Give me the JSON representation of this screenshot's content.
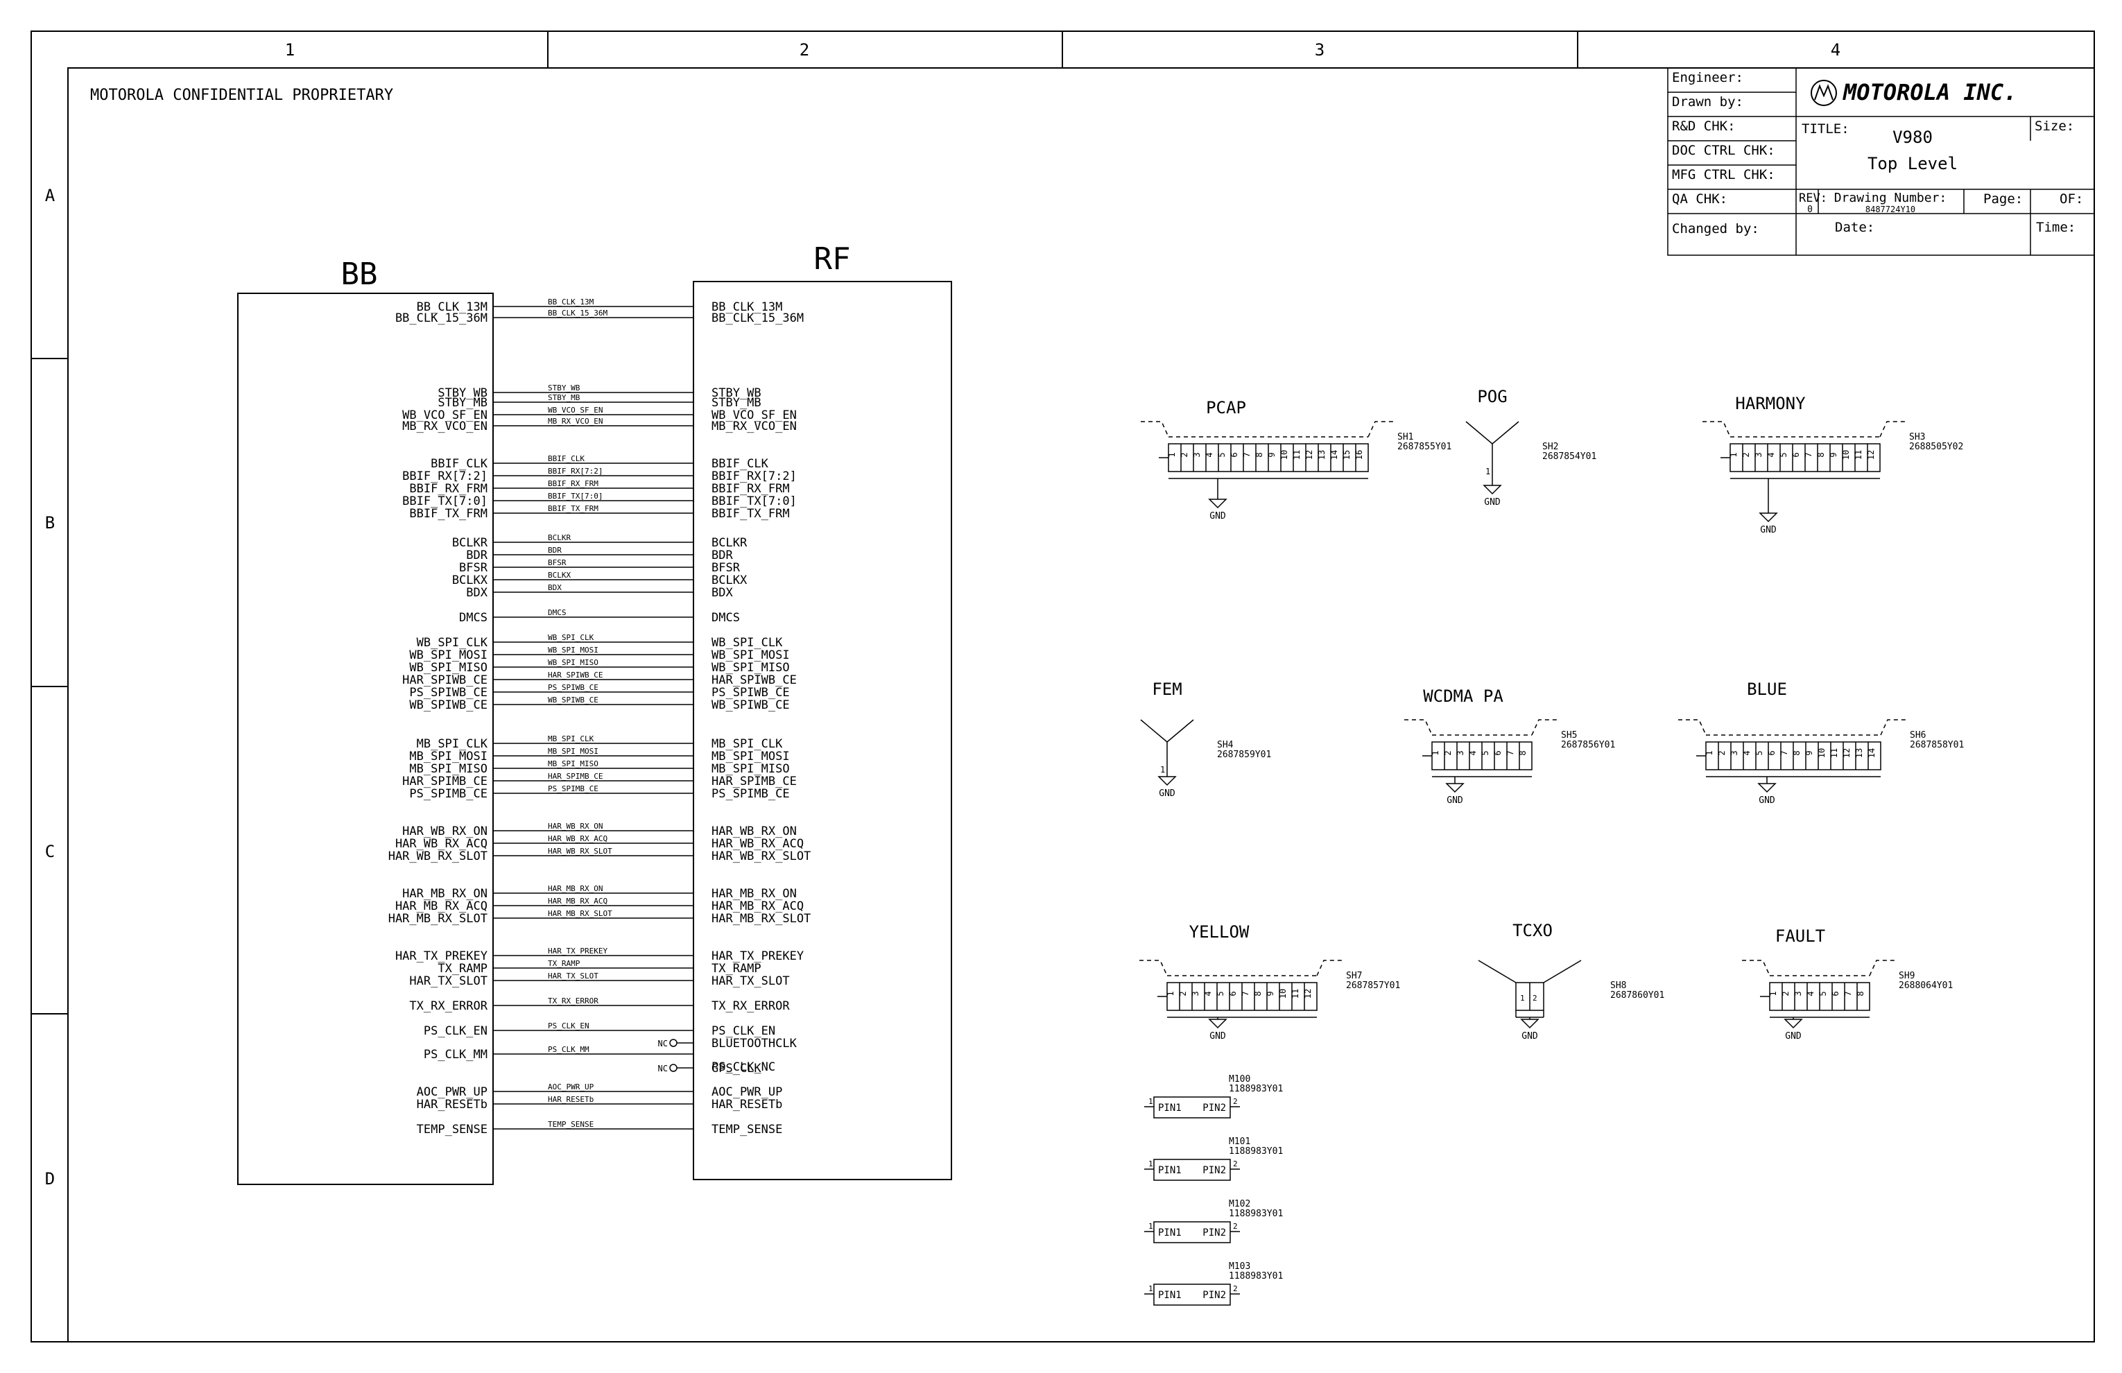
{
  "sheet": {
    "columns": [
      "1",
      "2",
      "3",
      "4"
    ],
    "rows": [
      "A",
      "B",
      "C",
      "D"
    ],
    "confidential": "MOTOROLA CONFIDENTIAL PROPRIETARY"
  },
  "title_block": {
    "logo_text": "MOTOROLA INC.",
    "left_labels": [
      "Engineer:",
      "Drawn by:",
      "R&D CHK:",
      "DOC CTRL CHK:",
      "MFG CTRL CHK:",
      "QA CHK:",
      "Changed by:"
    ],
    "title_label": "TITLE:",
    "title_line1": "V980",
    "title_line2": "Top Level",
    "size_label": "Size:",
    "rev_label": "REV:",
    "rev_value": "0",
    "drawing_number_label": "Drawing Number:",
    "drawing_number": "8487724Y10",
    "page_label": "Page:",
    "of_label": "OF:",
    "date_label": "Date:",
    "time_label": "Time:"
  },
  "bb_block": {
    "title": "BB"
  },
  "rf_block": {
    "title": "RF"
  },
  "nets": [
    {
      "bb": "BB_CLK_13M",
      "net": "BB_CLK_13M",
      "rf": "BB_CLK_13M"
    },
    {
      "bb": "BB_CLK_15_36M",
      "net": "BB_CLK_15_36M",
      "rf": "BB_CLK_15_36M"
    },
    {
      "bb": "STBY_WB",
      "net": "STBY_WB",
      "rf": "STBY_WB"
    },
    {
      "bb": "STBY_MB",
      "net": "STBY_MB",
      "rf": "STBY_MB"
    },
    {
      "bb": "WB_VCO_SF_EN",
      "net": "WB_VCO_SF_EN",
      "rf": "WB_VCO_SF_EN"
    },
    {
      "bb": "MB_RX_VCO_EN",
      "net": "MB_RX_VCO_EN",
      "rf": "MB_RX_VCO_EN"
    },
    {
      "bb": "BBIF_CLK",
      "net": "BBIF_CLK",
      "rf": "BBIF_CLK"
    },
    {
      "bb": "BBIF_RX[7:2]",
      "net": "BBIF_RX[7:2]",
      "rf": "BBIF_RX[7:2]"
    },
    {
      "bb": "BBIF_RX_FRM",
      "net": "BBIF_RX_FRM",
      "rf": "BBIF_RX_FRM"
    },
    {
      "bb": "BBIF_TX[7:0]",
      "net": "BBIF_TX[7:0]",
      "rf": "BBIF_TX[7:0]"
    },
    {
      "bb": "BBIF_TX_FRM",
      "net": "BBIF_TX_FRM",
      "rf": "BBIF_TX_FRM"
    },
    {
      "bb": "BCLKR",
      "net": "BCLKR",
      "rf": "BCLKR"
    },
    {
      "bb": "BDR",
      "net": "BDR",
      "rf": "BDR"
    },
    {
      "bb": "BFSR",
      "net": "BFSR",
      "rf": "BFSR"
    },
    {
      "bb": "BCLKX",
      "net": "BCLKX",
      "rf": "BCLKX"
    },
    {
      "bb": "BDX",
      "net": "BDX",
      "rf": "BDX"
    },
    {
      "bb": "DMCS",
      "net": "DMCS",
      "rf": "DMCS"
    },
    {
      "bb": "WB_SPI_CLK",
      "net": "WB_SPI_CLK",
      "rf": "WB_SPI_CLK"
    },
    {
      "bb": "WB_SPI_MOSI",
      "net": "WB_SPI_MOSI",
      "rf": "WB_SPI_MOSI"
    },
    {
      "bb": "WB_SPI_MISO",
      "net": "WB_SPI_MISO",
      "rf": "WB_SPI_MISO"
    },
    {
      "bb": "HAR_SPIWB_CE",
      "net": "HAR_SPIWB_CE",
      "rf": "HAR_SPIWB_CE"
    },
    {
      "bb": "PS_SPIWB_CE",
      "net": "PS_SPIWB_CE",
      "rf": "PS_SPIWB_CE"
    },
    {
      "bb": "WB_SPIWB_CE",
      "net": "WB_SPIWB_CE",
      "rf": "WB_SPIWB_CE"
    },
    {
      "bb": "MB_SPI_CLK",
      "net": "MB_SPI_CLK",
      "rf": "MB_SPI_CLK"
    },
    {
      "bb": "MB_SPI_MOSI",
      "net": "MB_SPI_MOSI",
      "rf": "MB_SPI_MOSI"
    },
    {
      "bb": "MB_SPI_MISO",
      "net": "MB_SPI_MISO",
      "rf": "MB_SPI_MISO"
    },
    {
      "bb": "HAR_SPIMB_CE",
      "net": "HAR_SPIMB_CE",
      "rf": "HAR_SPIMB_CE"
    },
    {
      "bb": "PS_SPIMB_CE",
      "net": "PS_SPIMB_CE",
      "rf": "PS_SPIMB_CE"
    },
    {
      "bb": "HAR_WB_RX_ON",
      "net": "HAR_WB_RX_ON",
      "rf": "HAR_WB_RX_ON"
    },
    {
      "bb": "HAR_WB_RX_ACQ",
      "net": "HAR_WB_RX_ACQ",
      "rf": "HAR_WB_RX_ACQ"
    },
    {
      "bb": "HAR_WB_RX_SLOT",
      "net": "HAR_WB_RX_SLOT",
      "rf": "HAR_WB_RX_SLOT"
    },
    {
      "bb": "HAR_MB_RX_ON",
      "net": "HAR_MB_RX_ON",
      "rf": "HAR_MB_RX_ON"
    },
    {
      "bb": "HAR_MB_RX_ACQ",
      "net": "HAR_MB_RX_ACQ",
      "rf": "HAR_MB_RX_ACQ"
    },
    {
      "bb": "HAR_MB_RX_SLOT",
      "net": "HAR_MB_RX_SLOT",
      "rf": "HAR_MB_RX_SLOT"
    },
    {
      "bb": "HAR_TX_PREKEY",
      "net": "HAR_TX_PREKEY",
      "rf": "HAR_TX_PREKEY"
    },
    {
      "bb": "TX_RAMP",
      "net": "TX_RAMP",
      "rf": "TX_RAMP"
    },
    {
      "bb": "HAR_TX_SLOT",
      "net": "HAR_TX_SLOT",
      "rf": "HAR_TX_SLOT"
    },
    {
      "bb": "TX_RX_ERROR",
      "net": "TX_RX_ERROR",
      "rf": "TX_RX_ERROR"
    },
    {
      "bb": "PS_CLK_EN",
      "net": "PS_CLK_EN",
      "rf": "PS_CLK_EN"
    },
    {
      "bb": "PS_CLK_MM",
      "net": "PS_CLK_MM",
      "rf": "PS_CLK_NC"
    },
    {
      "bb": "AOC_PWR_UP",
      "net": "AOC_PWR_UP",
      "rf": "AOC_PWR_UP"
    },
    {
      "bb": "HAR_RESETb",
      "net": "HAR_RESETb",
      "rf": "HAR_RESETb"
    },
    {
      "bb": "TEMP_SENSE",
      "net": "TEMP_SENSE",
      "rf": "TEMP_SENSE"
    }
  ],
  "nc_pins": [
    {
      "nc": "NC",
      "rf": "BLUETOOTHCLK"
    },
    {
      "nc": "NC",
      "rf": "GPS_CLK"
    }
  ],
  "shields": [
    {
      "title": "PCAP",
      "ref": "SH1",
      "part": "2687855Y01",
      "pins": 16,
      "gnd": "GND"
    },
    {
      "title": "POG",
      "ref": "SH2",
      "part": "2687854Y01",
      "pins": 1,
      "gnd": "GND"
    },
    {
      "title": "HARMONY",
      "ref": "SH3",
      "part": "2688505Y02",
      "pins": 12,
      "gnd": "GND"
    },
    {
      "title": "FEM",
      "ref": "SH4",
      "part": "2687859Y01",
      "pins": 1,
      "gnd": "GND"
    },
    {
      "title": "WCDMA PA",
      "ref": "SH5",
      "part": "2687856Y01",
      "pins": 8,
      "gnd": "GND"
    },
    {
      "title": "BLUE",
      "ref": "SH6",
      "part": "2687858Y01",
      "pins": 14,
      "gnd": "GND"
    },
    {
      "title": "YELLOW",
      "ref": "SH7",
      "part": "2687857Y01",
      "pins": 12,
      "gnd": "GND"
    },
    {
      "title": "TCXO",
      "ref": "SH8",
      "part": "2687860Y01",
      "pins": 2,
      "gnd": "GND"
    },
    {
      "title": "FAULT",
      "ref": "SH9",
      "part": "2688064Y01",
      "pins": 8,
      "gnd": "GND"
    }
  ],
  "mechanicals": [
    {
      "ref": "M100",
      "part": "1188983Y01",
      "pin1": "PIN1",
      "pin2": "PIN2",
      "n1": "1",
      "n2": "2"
    },
    {
      "ref": "M101",
      "part": "1188983Y01",
      "pin1": "PIN1",
      "pin2": "PIN2",
      "n1": "1",
      "n2": "2"
    },
    {
      "ref": "M102",
      "part": "1188983Y01",
      "pin1": "PIN1",
      "pin2": "PIN2",
      "n1": "1",
      "n2": "2"
    },
    {
      "ref": "M103",
      "part": "1188983Y01",
      "pin1": "PIN1",
      "pin2": "PIN2",
      "n1": "1",
      "n2": "2"
    }
  ]
}
